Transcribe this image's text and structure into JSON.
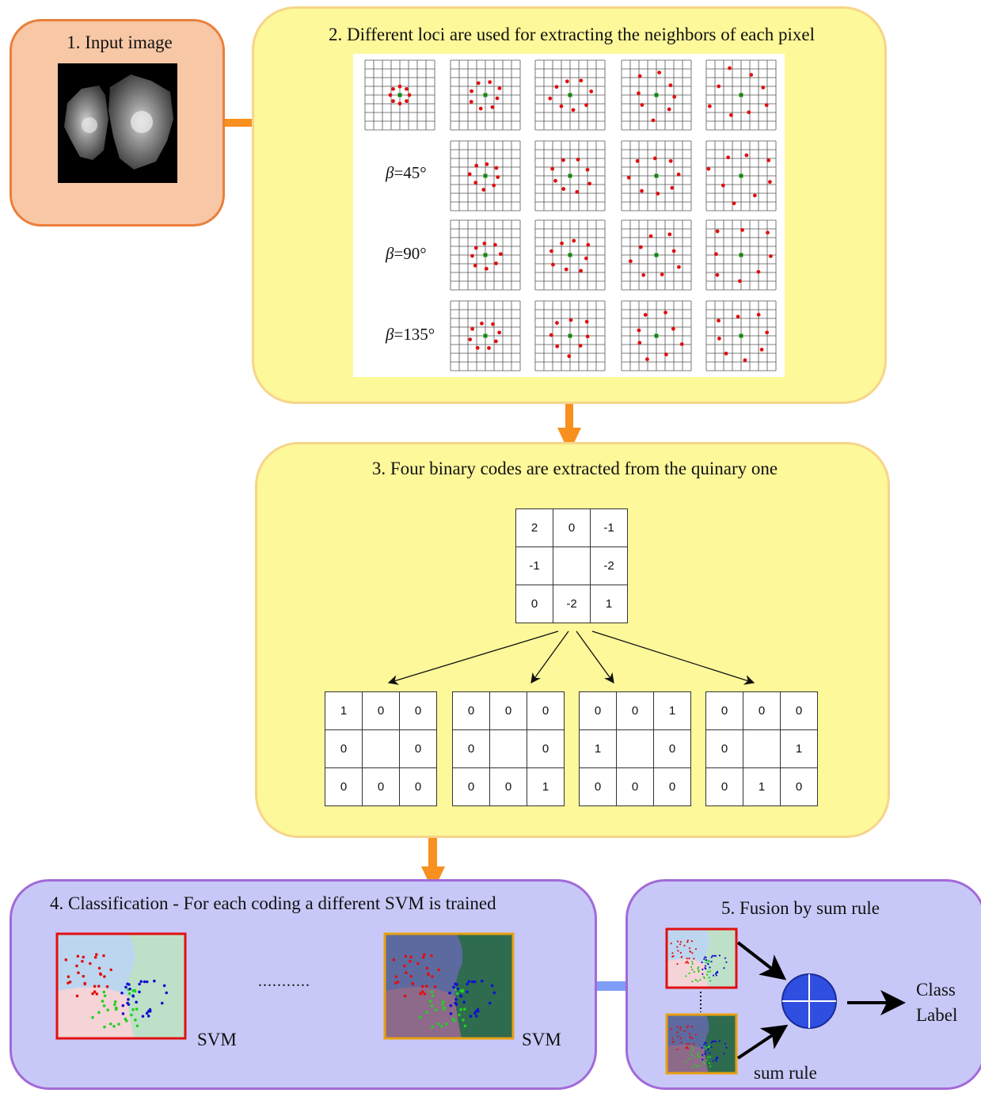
{
  "steps": {
    "input": {
      "title": "1. Input image"
    },
    "loci": {
      "title": "2. Different loci are used for extracting the neighbors of each pixel",
      "row_labels": [
        {
          "symbol": "β",
          "value": "=45°"
        },
        {
          "symbol": "β",
          "value": "=90°"
        },
        {
          "symbol": "β",
          "value": "=135°"
        }
      ]
    },
    "binary": {
      "title": "3. Four binary codes are extracted from the quinary one",
      "quinary": [
        [
          "2",
          "0",
          "-1"
        ],
        [
          "-1",
          "",
          "-2"
        ],
        [
          "0",
          "-2",
          "1"
        ]
      ],
      "binary_codes": [
        [
          [
            "1",
            "0",
            "0"
          ],
          [
            "0",
            "",
            "0"
          ],
          [
            "0",
            "0",
            "0"
          ]
        ],
        [
          [
            "0",
            "0",
            "0"
          ],
          [
            "0",
            "",
            "0"
          ],
          [
            "0",
            "0",
            "1"
          ]
        ],
        [
          [
            "0",
            "0",
            "1"
          ],
          [
            "1",
            "",
            "0"
          ],
          [
            "0",
            "0",
            "0"
          ]
        ],
        [
          [
            "0",
            "0",
            "0"
          ],
          [
            "0",
            "",
            "1"
          ],
          [
            "0",
            "1",
            "0"
          ]
        ]
      ]
    },
    "classification": {
      "title": "4. Classification - For each coding a different SVM is trained",
      "svm_label_1": "SVM",
      "svm_label_2": "SVM",
      "ellipsis": "..........."
    },
    "fusion": {
      "title": "5. Fusion by sum rule",
      "sum_rule_label": "sum rule",
      "output_line1": "Class",
      "output_line2": "Label"
    }
  },
  "colors": {
    "step1_fill": "#f8c7a6",
    "step1_border": "#ea7f3b",
    "yellow_fill": "#fdf89a",
    "yellow_border": "#f6d58a",
    "purple_fill": "#c8c8f8",
    "purple_border": "#a26ad8",
    "flow_arrow": "#f7901e",
    "fusion_arrow": "#7f9ef8",
    "locus_point": "#e01010",
    "center_pixel": "#118811",
    "sum_node": "#2f4fe0"
  }
}
